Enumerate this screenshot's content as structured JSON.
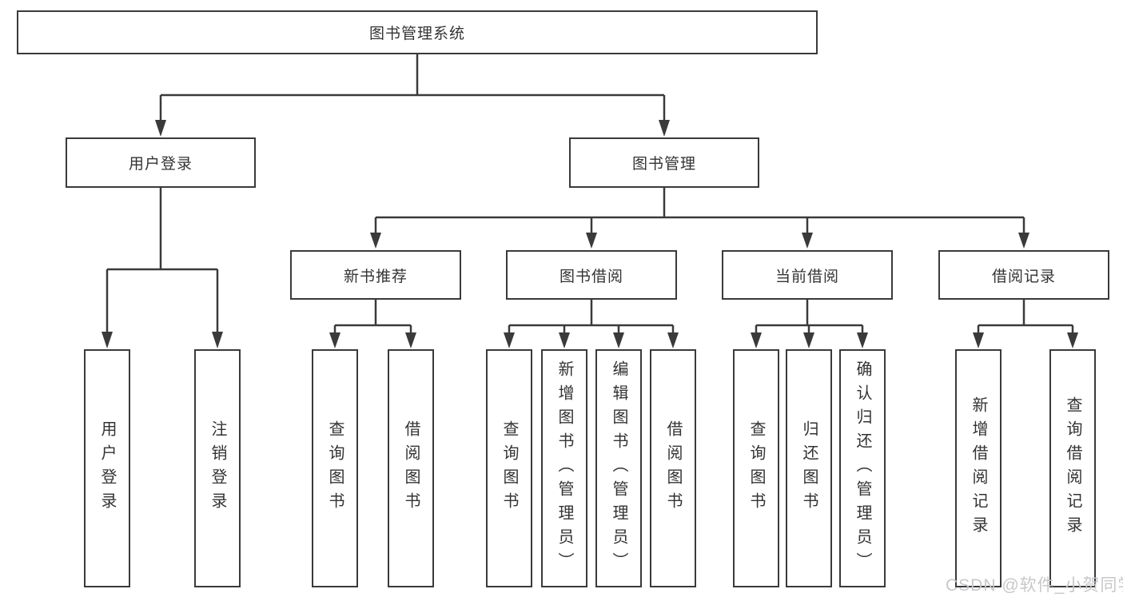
{
  "tree": {
    "label": "图书管理系统",
    "children": [
      {
        "label": "用户登录",
        "children": [
          {
            "label": "用户登录"
          },
          {
            "label": "注销登录"
          }
        ]
      },
      {
        "label": "图书管理",
        "children": [
          {
            "label": "新书推荐",
            "children": [
              {
                "label": "查询图书"
              },
              {
                "label": "借阅图书"
              }
            ]
          },
          {
            "label": "图书借阅",
            "children": [
              {
                "label": "查询图书"
              },
              {
                "label": "新增图书（管理员）"
              },
              {
                "label": "编辑图书（管理员）"
              },
              {
                "label": "借阅图书"
              }
            ]
          },
          {
            "label": "当前借阅",
            "children": [
              {
                "label": "查询图书"
              },
              {
                "label": "归还图书"
              },
              {
                "label": "确认归还（管理员）"
              }
            ]
          },
          {
            "label": "借阅记录",
            "children": [
              {
                "label": "新增借阅记录"
              },
              {
                "label": "查询借阅记录"
              }
            ]
          }
        ]
      }
    ]
  },
  "watermark": {
    "text": "CSDN @软件_小贺同学"
  },
  "colors": {
    "line": "#3a3a3a",
    "box_border": "#3a3a3a",
    "text": "#333333",
    "watermark": "#c8c7cb",
    "background": "#ffffff"
  }
}
